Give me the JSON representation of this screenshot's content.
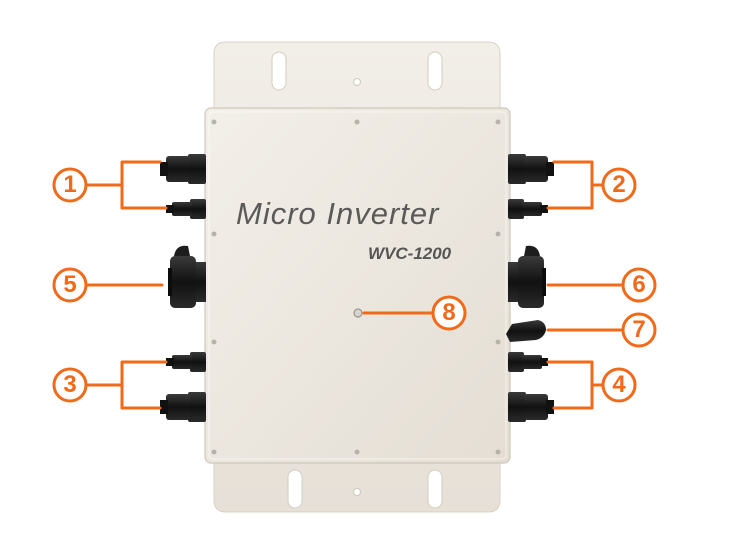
{
  "device": {
    "label": "Micro Inverter",
    "model": "WVC-1200"
  },
  "callouts": [
    {
      "number": "1"
    },
    {
      "number": "2"
    },
    {
      "number": "3"
    },
    {
      "number": "4"
    },
    {
      "number": "5"
    },
    {
      "number": "6"
    },
    {
      "number": "7"
    },
    {
      "number": "8"
    }
  ],
  "colors": {
    "callout": "#f06a1a",
    "body": "#ebe6de",
    "connector": "#151515"
  }
}
